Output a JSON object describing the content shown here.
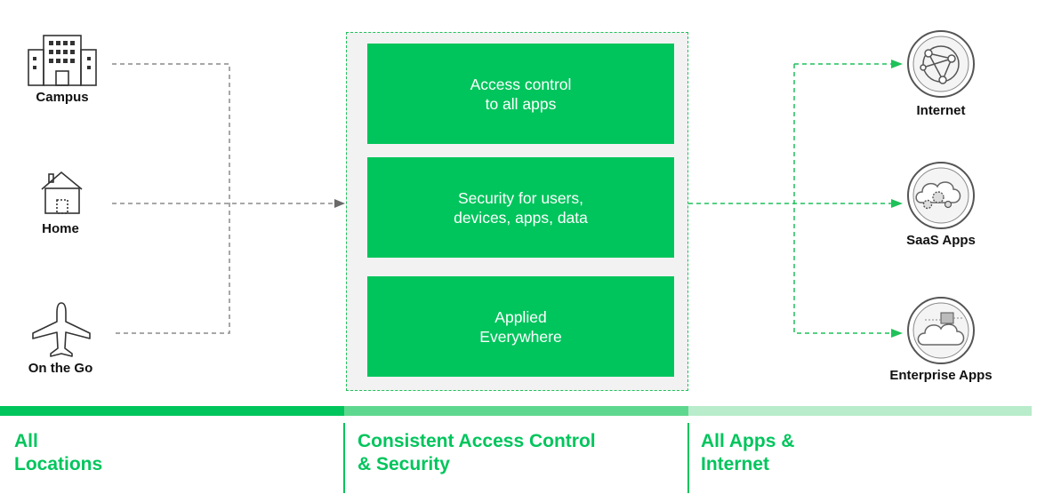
{
  "sources": [
    {
      "label": "Campus",
      "icon": "building-icon"
    },
    {
      "label": "Home",
      "icon": "house-icon"
    },
    {
      "label": "On the Go",
      "icon": "airplane-icon"
    }
  ],
  "boxes": [
    {
      "label": "Access control\nto all apps"
    },
    {
      "label": "Security for users,\ndevices, apps, data"
    },
    {
      "label": "Applied\nEverywhere"
    }
  ],
  "destinations": [
    {
      "label": "Internet",
      "icon": "globe-network-icon"
    },
    {
      "label": "SaaS Apps",
      "icon": "cloud-gears-icon"
    },
    {
      "label": "Enterprise Apps",
      "icon": "cloud-server-icon"
    }
  ],
  "sections": [
    {
      "title": "All\nLocations"
    },
    {
      "title": "Consistent Access Control\n& Security"
    },
    {
      "title": "All Apps &\nInternet"
    }
  ],
  "colors": {
    "accent": "#00c55c",
    "bar_mid": "#5fd88f",
    "bar_light": "#b8ecca",
    "panel_bg": "#f2f2f2",
    "connector_gray": "#888888"
  }
}
